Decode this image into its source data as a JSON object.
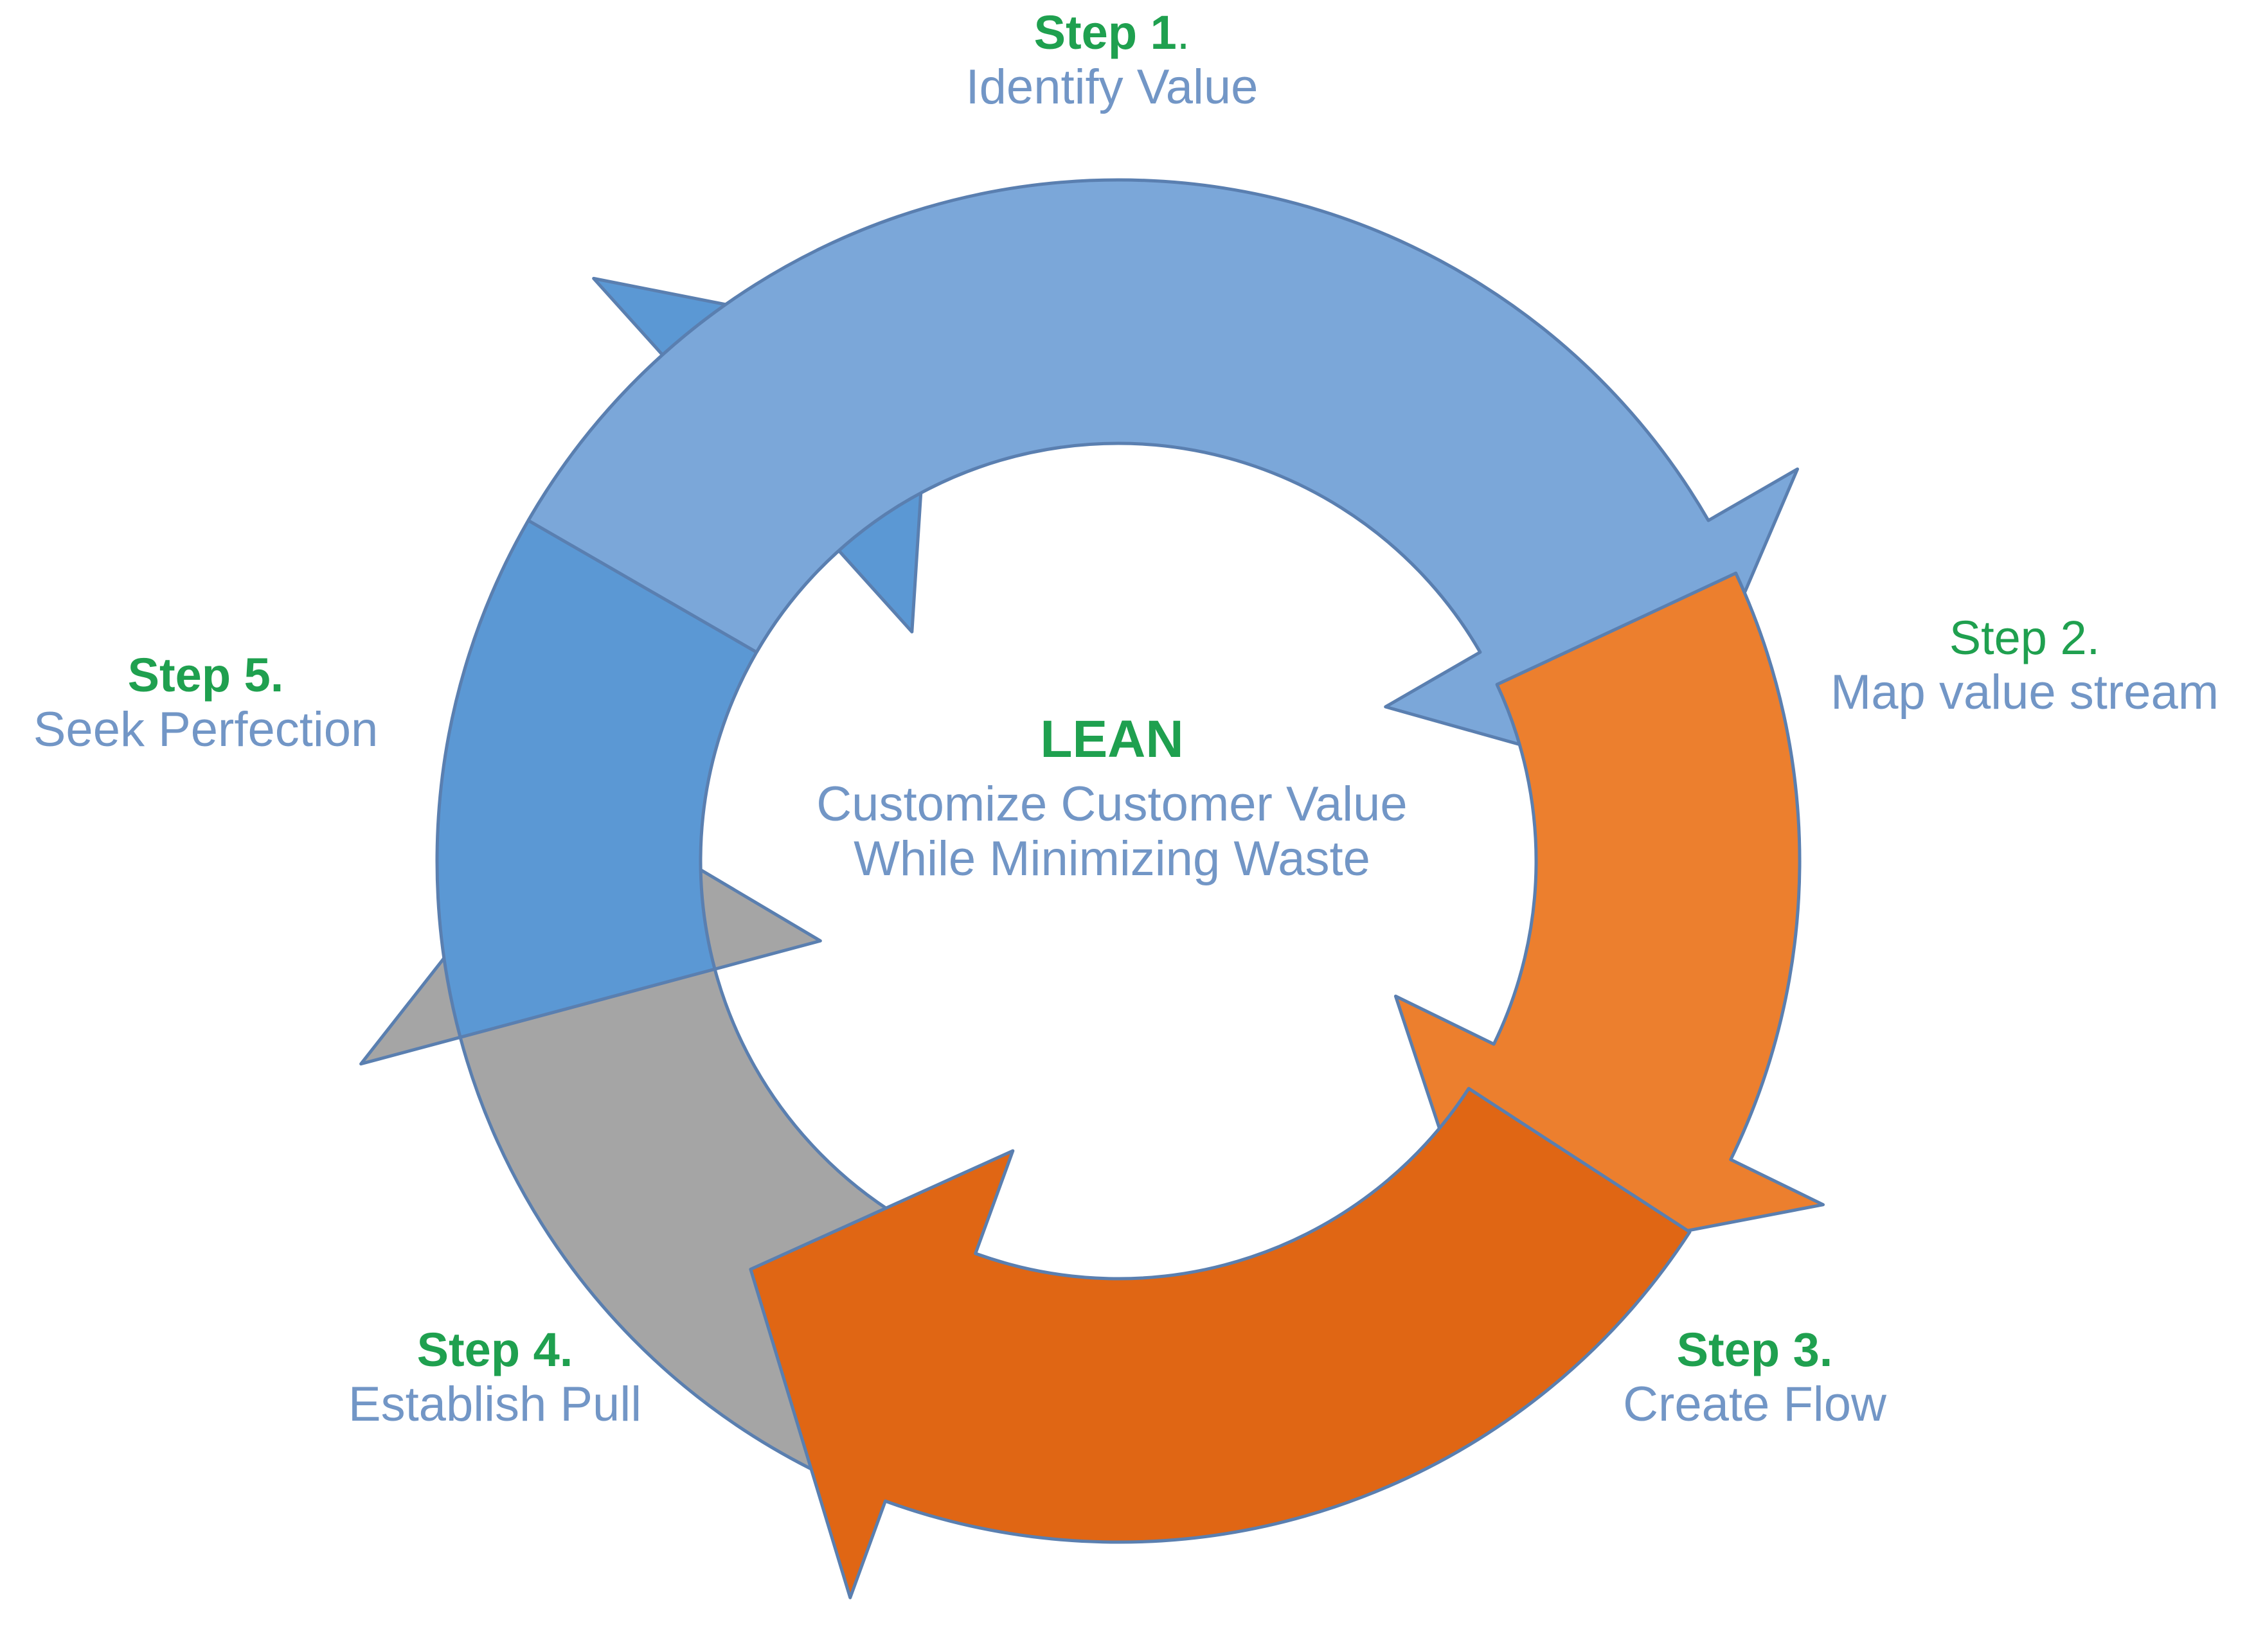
{
  "colors": {
    "accent_green": "#1fa04f",
    "text_blue": "#7296c6",
    "arrow_light_blue": "#7ba7d9",
    "arrow_blue": "#5b98d4",
    "arrow_orange": "#ec7f2e",
    "arrow_dark_orange": "#e06614",
    "arrow_gray": "#a5a5a5",
    "arrow_outline": "#5a7fb0"
  },
  "center": {
    "title": "LEAN",
    "line1": "Customize Customer Value",
    "line2": "While Minimizing Waste"
  },
  "steps": [
    {
      "number": "Step 1",
      "number_suffix": ".",
      "text": "Identify Value",
      "arrow_color": "#7ba7d9"
    },
    {
      "number": "Step 2.",
      "number_suffix": "",
      "text": "Map value stream",
      "arrow_color": "#ec7f2e"
    },
    {
      "number": "Step 3.",
      "number_suffix": "",
      "text": "Create Flow",
      "arrow_color": "#e06614"
    },
    {
      "number": "Step 4.",
      "number_suffix": "",
      "text": "Establish Pull",
      "arrow_color": "#a5a5a5"
    },
    {
      "number": "Step 5.",
      "number_suffix": "",
      "text": "Seek Perfection",
      "arrow_color": "#5b98d4"
    }
  ]
}
